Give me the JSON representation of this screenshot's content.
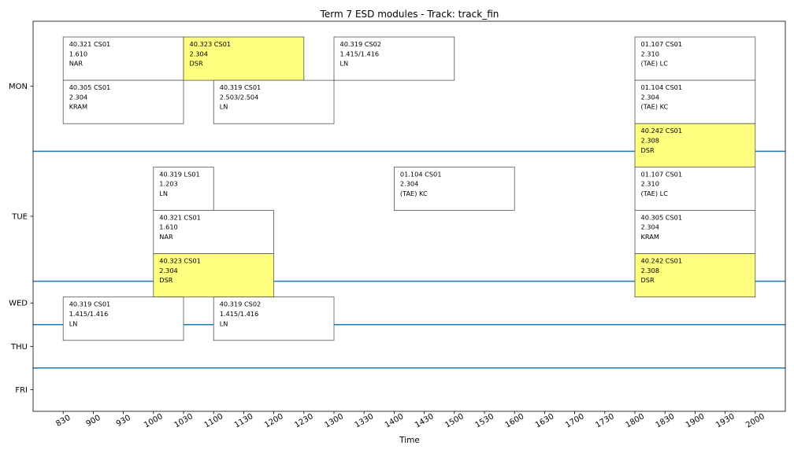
{
  "chart_data": {
    "type": "timetable",
    "title": "Term 7 ESD modules - Track: track_fin",
    "xlabel": "Time",
    "x_ticks": [
      "830",
      "900",
      "930",
      "1000",
      "1030",
      "1100",
      "1130",
      "1200",
      "1230",
      "1300",
      "1330",
      "1400",
      "1430",
      "1500",
      "1530",
      "1600",
      "1630",
      "1700",
      "1730",
      "1800",
      "1830",
      "1900",
      "1930",
      "2000"
    ],
    "xlim_minutes": [
      480,
      1230
    ],
    "days": [
      {
        "label": "MON",
        "rows": 3
      },
      {
        "label": "TUE",
        "rows": 3
      },
      {
        "label": "WED",
        "rows": 1
      },
      {
        "label": "THU",
        "rows": 0
      },
      {
        "label": "FRI",
        "rows": 0
      }
    ],
    "highlight_color": "#ffff7f",
    "box_color": "#ffffff",
    "separator_color": "#1f77b4",
    "events": [
      {
        "day": 0,
        "row": 0,
        "start": "830",
        "end": "1030",
        "course": "40.321 CS01",
        "room": "1.610",
        "instructor": "NAR",
        "highlight": false
      },
      {
        "day": 0,
        "row": 0,
        "start": "1030",
        "end": "1230",
        "course": "40.323 CS01",
        "room": "2.304",
        "instructor": "DSR",
        "highlight": true
      },
      {
        "day": 0,
        "row": 0,
        "start": "1300",
        "end": "1500",
        "course": "40.319 CS02",
        "room": "1.415/1.416",
        "instructor": "LN",
        "highlight": false
      },
      {
        "day": 0,
        "row": 0,
        "start": "1800",
        "end": "2000",
        "course": "01.107 CS01",
        "room": "2.310",
        "instructor": "(TAE) LC",
        "highlight": false
      },
      {
        "day": 0,
        "row": 1,
        "start": "830",
        "end": "1030",
        "course": "40.305 CS01",
        "room": "2.304",
        "instructor": "KRAM",
        "highlight": false
      },
      {
        "day": 0,
        "row": 1,
        "start": "1100",
        "end": "1300",
        "course": "40.319 CS01",
        "room": "2.503/2.504",
        "instructor": "LN",
        "highlight": false
      },
      {
        "day": 0,
        "row": 1,
        "start": "1800",
        "end": "2000",
        "course": "01.104 CS01",
        "room": "2.304",
        "instructor": "(TAE) KC",
        "highlight": false
      },
      {
        "day": 0,
        "row": 2,
        "start": "1800",
        "end": "2000",
        "course": "40.242 CS01",
        "room": "2.308",
        "instructor": "DSR",
        "highlight": true
      },
      {
        "day": 1,
        "row": 0,
        "start": "1000",
        "end": "1100",
        "course": "40.319 LS01",
        "room": "1.203",
        "instructor": "LN",
        "highlight": false
      },
      {
        "day": 1,
        "row": 0,
        "start": "1400",
        "end": "1600",
        "course": "01.104 CS01",
        "room": "2.304",
        "instructor": "(TAE) KC",
        "highlight": false
      },
      {
        "day": 1,
        "row": 0,
        "start": "1800",
        "end": "2000",
        "course": "01.107 CS01",
        "room": "2.310",
        "instructor": "(TAE) LC",
        "highlight": false
      },
      {
        "day": 1,
        "row": 1,
        "start": "1000",
        "end": "1200",
        "course": "40.321 CS01",
        "room": "1.610",
        "instructor": "NAR",
        "highlight": false
      },
      {
        "day": 1,
        "row": 1,
        "start": "1800",
        "end": "2000",
        "course": "40.305 CS01",
        "room": "2.304",
        "instructor": "KRAM",
        "highlight": false
      },
      {
        "day": 1,
        "row": 2,
        "start": "1000",
        "end": "1200",
        "course": "40.323 CS01",
        "room": "2.304",
        "instructor": "DSR",
        "highlight": true
      },
      {
        "day": 1,
        "row": 2,
        "start": "1800",
        "end": "2000",
        "course": "40.242 CS01",
        "room": "2.308",
        "instructor": "DSR",
        "highlight": true
      },
      {
        "day": 2,
        "row": 0,
        "start": "830",
        "end": "1030",
        "course": "40.319 CS01",
        "room": "1.415/1.416",
        "instructor": "LN",
        "highlight": false
      },
      {
        "day": 2,
        "row": 0,
        "start": "1100",
        "end": "1300",
        "course": "40.319 CS02",
        "room": "1.415/1.416",
        "instructor": "LN",
        "highlight": false
      }
    ]
  }
}
